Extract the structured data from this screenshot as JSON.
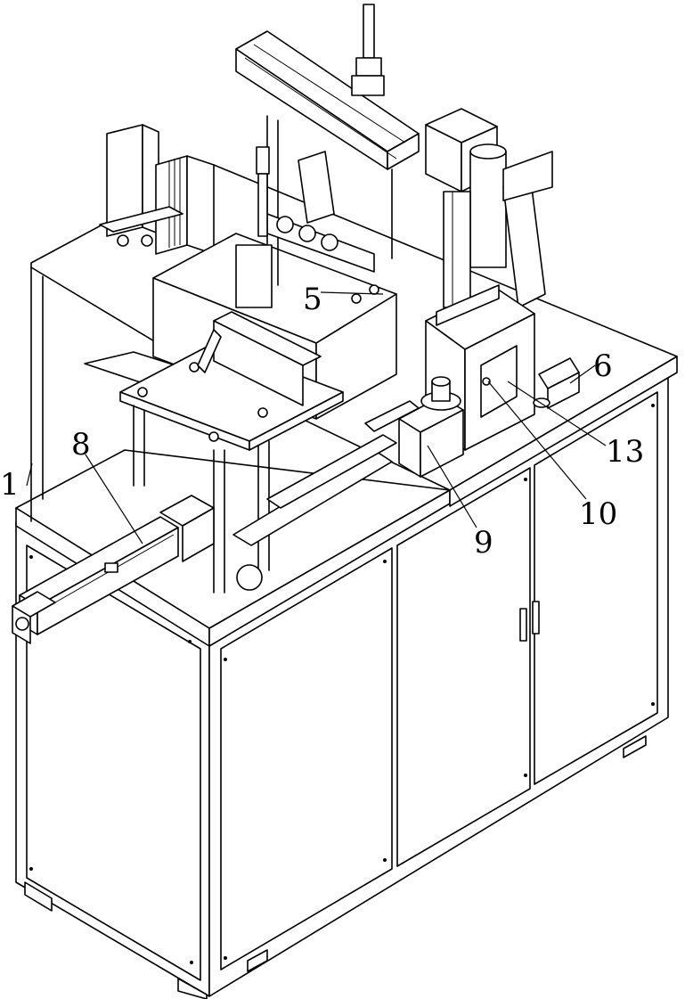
{
  "callouts": [
    {
      "id": "1",
      "text": "1"
    },
    {
      "id": "5",
      "text": "5"
    },
    {
      "id": "6",
      "text": "6"
    },
    {
      "id": "8",
      "text": "8"
    },
    {
      "id": "9",
      "text": "9"
    },
    {
      "id": "10",
      "text": "10"
    },
    {
      "id": "13",
      "text": "13"
    }
  ]
}
